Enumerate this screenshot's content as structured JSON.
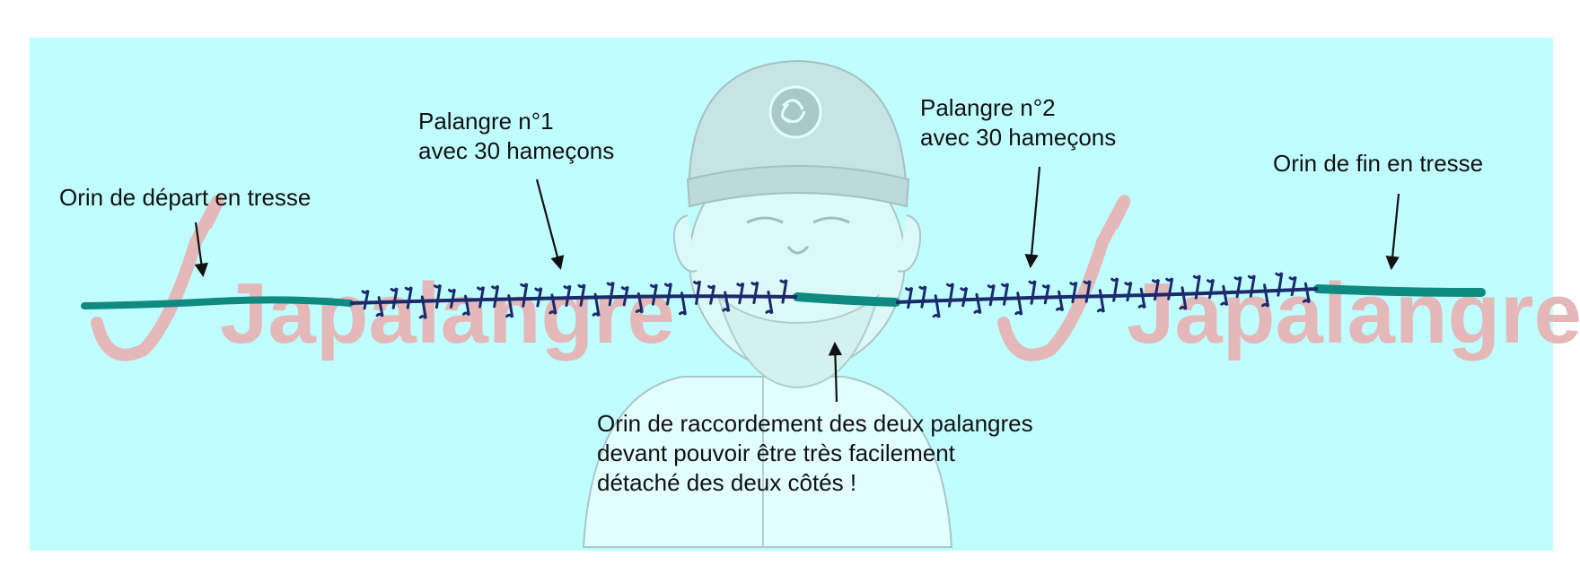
{
  "labels": {
    "start_line": "Orin de départ en tresse",
    "longline1": [
      "Palangre n°1",
      "avec 30 hameçons"
    ],
    "longline2": [
      "Palangre n°2",
      "avec 30 hameçons"
    ],
    "end_line": "Orin de fin en tresse",
    "connector": [
      "Orin de raccordement des deux palangres",
      "devant pouvoir être très facilement",
      "détaché des deux côtés !"
    ]
  },
  "watermark": "Japalangre",
  "colors": {
    "background": "#c0fdff",
    "braided_line": "#0f8a80",
    "longline": "#1b2a6b",
    "watermark": "#e4b8b8"
  }
}
